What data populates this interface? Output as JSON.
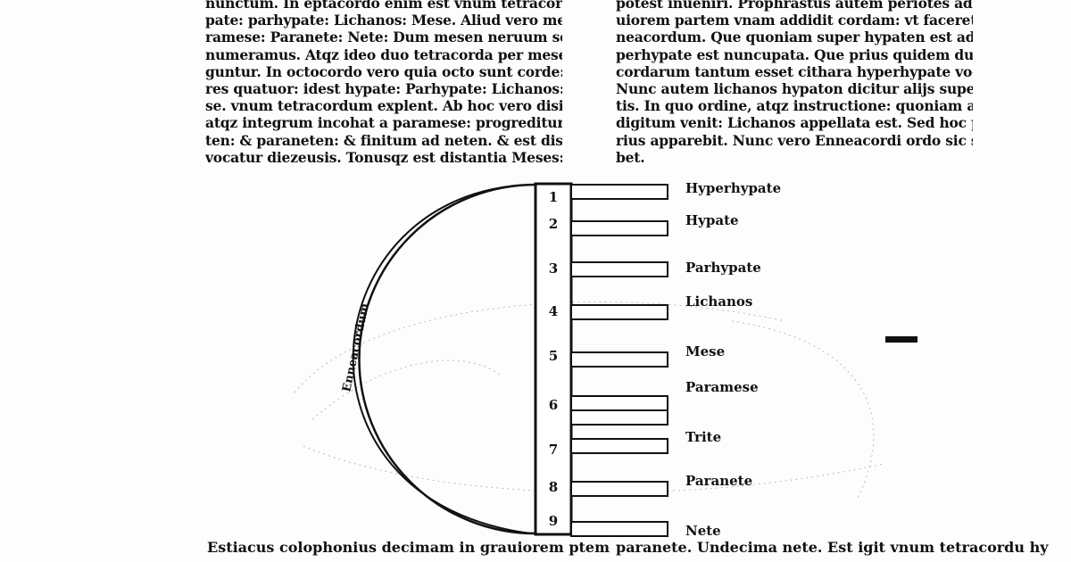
{
  "left_column": [
    "nunctum. In eptacordo enim est vnum tetracordum: hy",
    "pate: parhypate: Lichanos: Mese. Aliud vero mese: pa",
    "ramese: Paranete: Nete: Dum mesen neruum secundo",
    "numeramus. Atqz ideo duo tetracorda per mesen coniu",
    "guntur. In octocordo vero quia octo sunt corde: superio",
    "res quatuor: idest hypate: Parhypate: Lichanos: Me",
    "se. vnum tetracordum explent. Ab hoc vero disiunctum",
    "atqz integrum incohat a paramese: progrediturqz per tri",
    "ten: & paraneten: & finitum ad neten. & est disiunctio: que",
    "vocatur diezeusis. Tonusqz est distantia Meses: & Pa"
  ],
  "right_column": [
    "potest inueniri.   Prophrastus autem periotes ad gra",
    "uiorem partem vnam addidit cordam: vt faceret totu en",
    "neacordum. Que quoniam super hypaten est addita: hy",
    "perhypate est nuncupata. Que prius quidem dum noue",
    "cordarum tantum esset cithara hyperhypate vocabatur.",
    "Nunc autem lichanos hypaton dicitur alijs superaddi",
    "tis. In quo ordine, atqz instructione: quoniam ad iducez",
    "digitum venit: Lichanos appellata est. Sed hoc poste",
    "rius apparebit.  Nunc vero Enneacordi ordo sic se ha",
    "bet."
  ],
  "figure": {
    "arc_label": "Enneacordum",
    "strings": [
      {
        "number": "1",
        "name": "Hyperhypate"
      },
      {
        "number": "2",
        "name": "Hypate"
      },
      {
        "number": "3",
        "name": "Parhypate"
      },
      {
        "number": "4",
        "name": "Lichanos"
      },
      {
        "number": "5",
        "name": "Mese"
      },
      {
        "number": "6",
        "name": ""
      },
      {
        "number": "",
        "name": "Paramese"
      },
      {
        "number": "7",
        "name": "Trite"
      },
      {
        "number": "8",
        "name": "Paranete"
      },
      {
        "number": "9",
        "name": "Nete"
      }
    ]
  },
  "bottom": {
    "left": "Estiacus colophonius decimam in grauiorem ptem",
    "right": "paranete. Undecima nete. Est igit vnum tetracordu hy"
  }
}
